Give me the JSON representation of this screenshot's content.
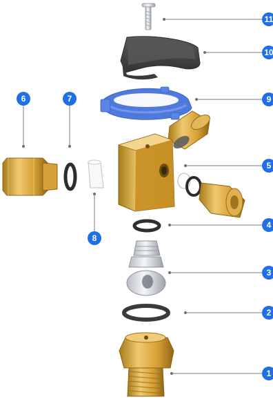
{
  "colors": {
    "badge": "#1f6fe5",
    "leader": "#7a7a7a",
    "brass": "#d9a63a",
    "brass_light": "#f1cf7a",
    "brass_dark": "#8e6714",
    "blue_nut": "#4d78dd",
    "handle": "#4b4b4b",
    "steel": "#d5d8dc",
    "oring": "#2e2e2e"
  },
  "parts": [
    {
      "label": "1",
      "name": "bottom-threaded-fitting"
    },
    {
      "label": "2",
      "name": "large-oring"
    },
    {
      "label": "3",
      "name": "valve-stem"
    },
    {
      "label": "4",
      "name": "small-oring"
    },
    {
      "label": "5",
      "name": "valve-body"
    },
    {
      "label": "6",
      "name": "side-nut"
    },
    {
      "label": "7",
      "name": "side-oring"
    },
    {
      "label": "8",
      "name": "sleeve"
    },
    {
      "label": "9",
      "name": "blue-lock-nut"
    },
    {
      "label": "10",
      "name": "handle"
    },
    {
      "label": "11",
      "name": "screw"
    }
  ]
}
